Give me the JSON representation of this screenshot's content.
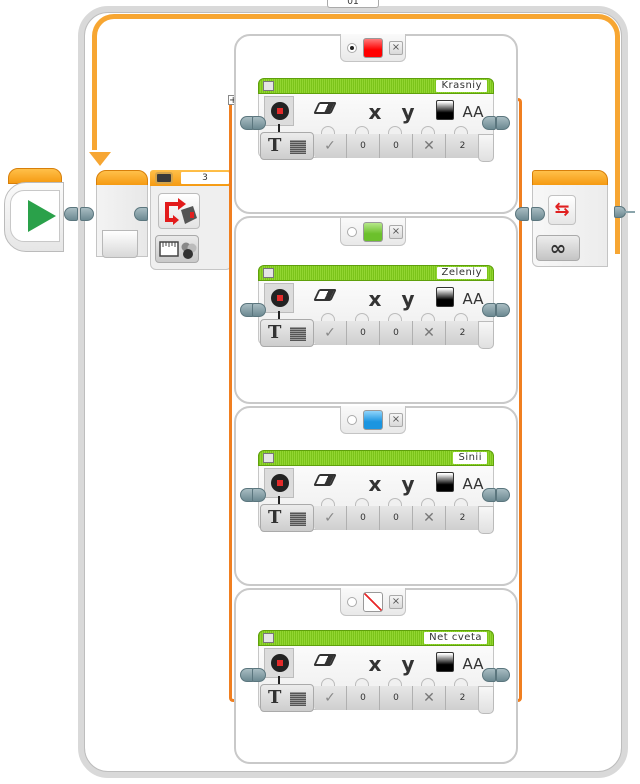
{
  "program": {
    "loop": {
      "label": "01",
      "wire_color": "#f7a632",
      "end_mode_icon": "infinity-icon",
      "end_mode_symbol": "∞",
      "end_icon_symbol": "⇆"
    },
    "start_block": {
      "icon": "play-icon",
      "color": "#2aa14a"
    },
    "switch": {
      "port_value": "3",
      "sensor_icon": "color-sensor-icon",
      "mode_icon": "measure-color-icon",
      "add_case_label": "+",
      "cases": [
        {
          "selected": true,
          "color_name": "red",
          "swatch": "#ff1a1a",
          "remove_label": "×",
          "display": {
            "title": "Krasniy",
            "icons": {
              "x": "x",
              "y": "y",
              "font": "AA"
            },
            "values": {
              "clear": "✓",
              "x": "0",
              "y": "0",
              "color": "✕",
              "font": "2"
            }
          }
        },
        {
          "selected": false,
          "color_name": "green",
          "swatch": "#7ccc3c",
          "remove_label": "×",
          "display": {
            "title": "Zeleniy",
            "icons": {
              "x": "x",
              "y": "y",
              "font": "AA"
            },
            "values": {
              "clear": "✓",
              "x": "0",
              "y": "0",
              "color": "✕",
              "font": "2"
            }
          }
        },
        {
          "selected": false,
          "color_name": "blue",
          "swatch": "#2aa0e8",
          "remove_label": "×",
          "display": {
            "title": "Sinii",
            "icons": {
              "x": "x",
              "y": "y",
              "font": "AA"
            },
            "values": {
              "clear": "✓",
              "x": "0",
              "y": "0",
              "color": "✕",
              "font": "2"
            }
          }
        },
        {
          "selected": false,
          "color_name": "no color",
          "swatch": "#ffffff",
          "remove_label": "×",
          "display": {
            "title": "Net cveta",
            "icons": {
              "x": "x",
              "y": "y",
              "font": "AA"
            },
            "values": {
              "clear": "✓",
              "x": "0",
              "y": "0",
              "color": "✕",
              "font": "2"
            }
          }
        }
      ]
    }
  }
}
